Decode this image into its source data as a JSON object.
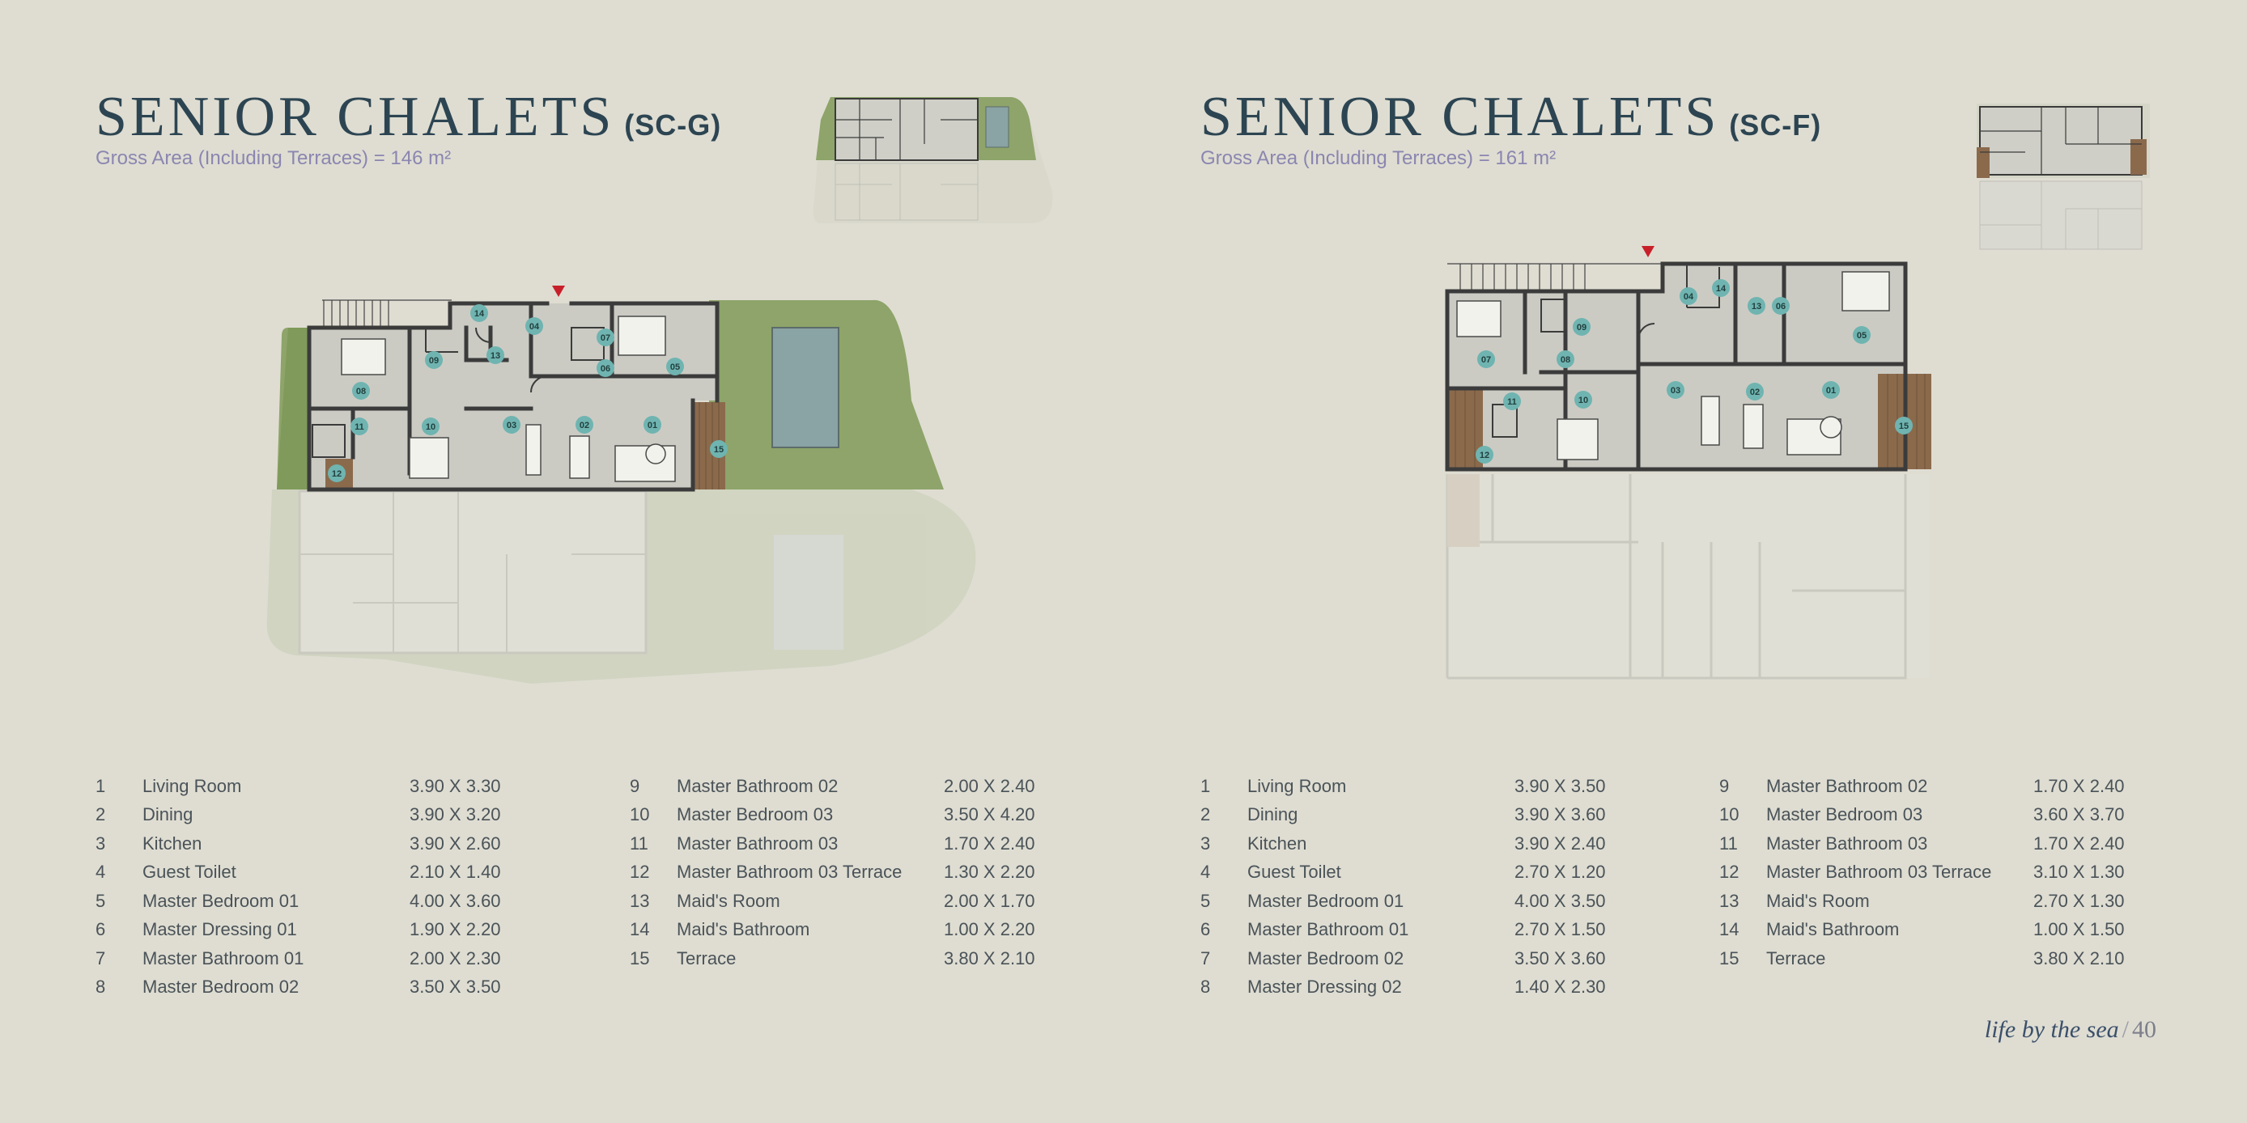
{
  "left": {
    "title": "SENIOR CHALETS",
    "code": "(SC-G)",
    "gross_area": "Gross Area (Including Terraces) = 146 m²",
    "plan_labels": [
      "01",
      "02",
      "03",
      "04",
      "05",
      "06",
      "07",
      "08",
      "09",
      "10",
      "11",
      "12",
      "13",
      "14",
      "15"
    ],
    "rooms_col1": [
      {
        "num": "1",
        "name": "Living Room",
        "dim": "3.90 X 3.30"
      },
      {
        "num": "2",
        "name": "Dining",
        "dim": "3.90 X 3.20"
      },
      {
        "num": "3",
        "name": "Kitchen",
        "dim": "3.90 X 2.60"
      },
      {
        "num": "4",
        "name": "Guest Toilet",
        "dim": "2.10 X 1.40"
      },
      {
        "num": "5",
        "name": "Master Bedroom 01",
        "dim": "4.00 X 3.60"
      },
      {
        "num": "6",
        "name": "Master Dressing 01",
        "dim": "1.90 X 2.20"
      },
      {
        "num": "7",
        "name": "Master Bathroom 01",
        "dim": "2.00 X 2.30"
      },
      {
        "num": "8",
        "name": "Master Bedroom 02",
        "dim": "3.50 X 3.50"
      }
    ],
    "rooms_col2": [
      {
        "num": "9",
        "name": "Master Bathroom 02",
        "dim": "2.00 X 2.40"
      },
      {
        "num": "10",
        "name": "Master Bedroom 03",
        "dim": "3.50 X 4.20"
      },
      {
        "num": "11",
        "name": "Master Bathroom 03",
        "dim": "1.70 X 2.40"
      },
      {
        "num": "12",
        "name": "Master Bathroom 03 Terrace",
        "dim": "1.30 X 2.20"
      },
      {
        "num": "13",
        "name": "Maid's Room",
        "dim": "2.00 X 1.70"
      },
      {
        "num": "14",
        "name": "Maid's Bathroom",
        "dim": "1.00 X 2.20"
      },
      {
        "num": "15",
        "name": "Terrace",
        "dim": "3.80 X 2.10"
      }
    ]
  },
  "right": {
    "title": "SENIOR CHALETS",
    "code": "(SC-F)",
    "gross_area": "Gross Area (Including Terraces) = 161 m²",
    "plan_labels": [
      "01",
      "02",
      "03",
      "04",
      "05",
      "06",
      "07",
      "08",
      "09",
      "10",
      "11",
      "12",
      "13",
      "14",
      "15"
    ],
    "rooms_col1": [
      {
        "num": "1",
        "name": "Living Room",
        "dim": "3.90 X 3.50"
      },
      {
        "num": "2",
        "name": "Dining",
        "dim": "3.90 X 3.60"
      },
      {
        "num": "3",
        "name": "Kitchen",
        "dim": "3.90 X 2.40"
      },
      {
        "num": "4",
        "name": "Guest Toilet",
        "dim": "2.70 X 1.20"
      },
      {
        "num": "5",
        "name": "Master Bedroom 01",
        "dim": "4.00 X 3.50"
      },
      {
        "num": "6",
        "name": "Master Bathroom 01",
        "dim": "2.70 X 1.50"
      },
      {
        "num": "7",
        "name": "Master Bedroom 02",
        "dim": "3.50 X 3.60"
      },
      {
        "num": "8",
        "name": "Master Dressing 02",
        "dim": "1.40 X 2.30"
      }
    ],
    "rooms_col2": [
      {
        "num": "9",
        "name": "Master Bathroom 02",
        "dim": "1.70 X 2.40"
      },
      {
        "num": "10",
        "name": "Master Bedroom 03",
        "dim": "3.60 X 3.70"
      },
      {
        "num": "11",
        "name": "Master Bathroom 03",
        "dim": "1.70 X 2.40"
      },
      {
        "num": "12",
        "name": "Master Bathroom 03 Terrace",
        "dim": "3.10 X 1.30"
      },
      {
        "num": "13",
        "name": "Maid's Room",
        "dim": "2.70 X 1.30"
      },
      {
        "num": "14",
        "name": "Maid's Bathroom",
        "dim": "1.00 X 1.50"
      },
      {
        "num": "15",
        "name": "Terrace",
        "dim": "3.80 X 2.10"
      }
    ]
  },
  "footer": {
    "tagline": "life by the sea",
    "separator": "/",
    "page_number": "40"
  },
  "colors": {
    "background": "#dfddd2",
    "title": "#2d4552",
    "subtitle": "#8b86b0",
    "grass": "#8ea46a",
    "wood": "#8b6a4c",
    "pool": "#8aa3a4",
    "room_marker": "#6fb4b0",
    "entry_marker": "#c8202a"
  }
}
